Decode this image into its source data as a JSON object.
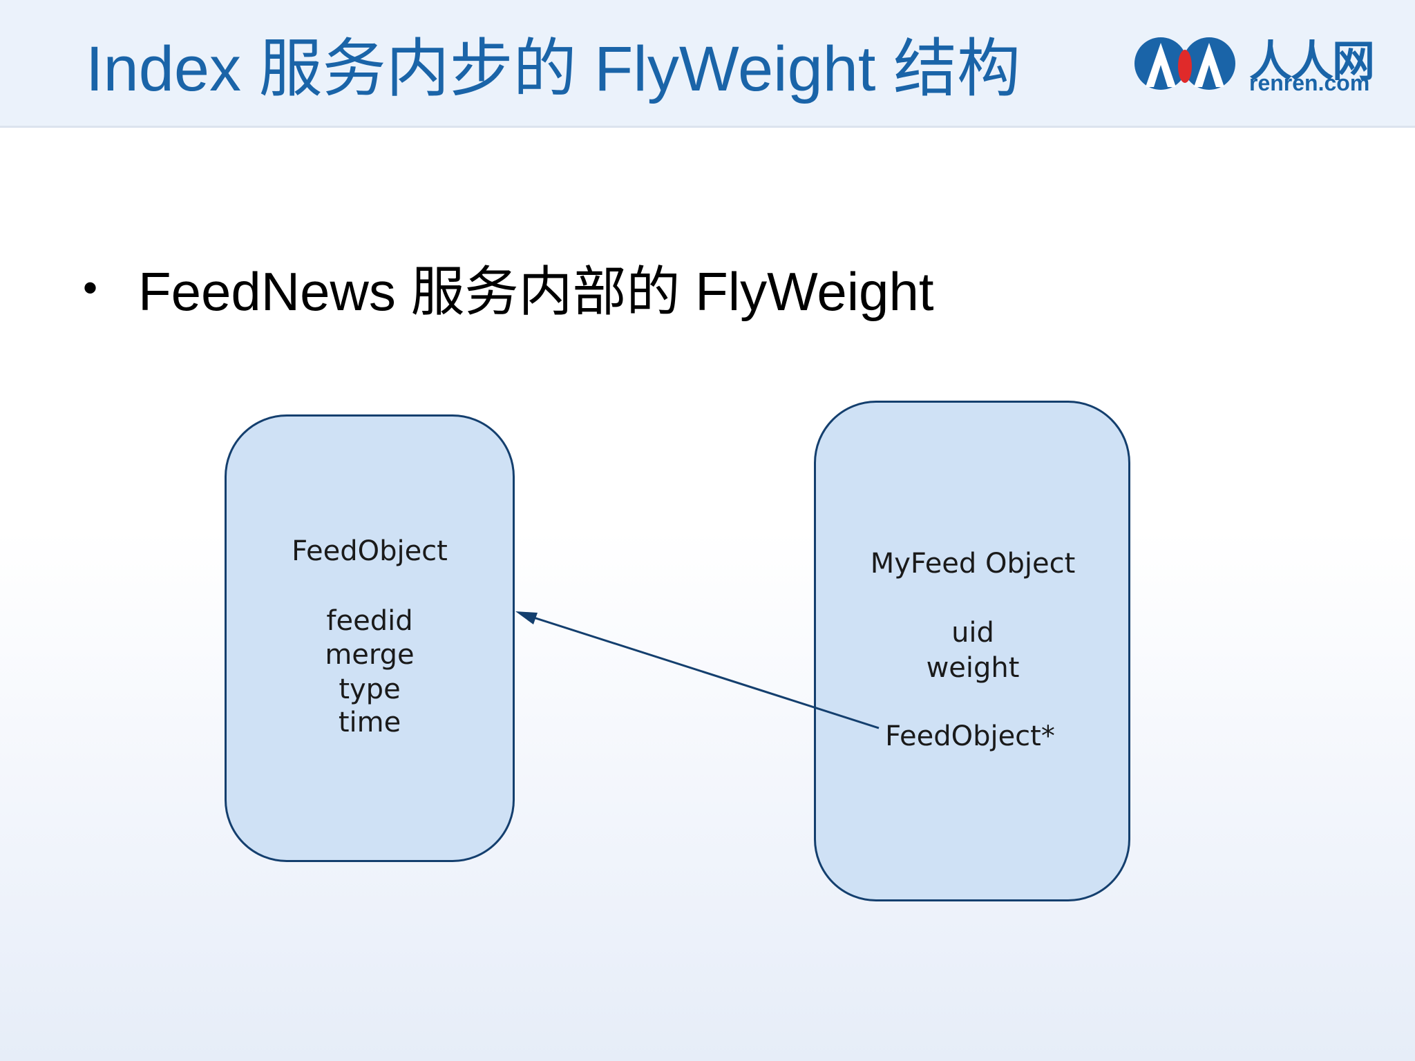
{
  "slide": {
    "title": "Index 服务内步的 FlyWeight 结构",
    "bullet": "FeedNews 服务内部的 FlyWeight"
  },
  "logo": {
    "cn": "人人网",
    "en": "renren.com",
    "colors": {
      "blue": "#1a64a8",
      "red": "#e02a2a"
    }
  },
  "diagram": {
    "feed_object": {
      "name": "FeedObject",
      "fields": [
        "feedid",
        "merge",
        "type",
        "time"
      ]
    },
    "myfeed_object": {
      "name": "MyFeed Object",
      "fields": [
        "uid",
        "weight"
      ],
      "pointer": "FeedObject*"
    }
  },
  "colors": {
    "title": "#1a64a8",
    "box_fill": "#cfe1f5",
    "box_stroke": "#143f6e"
  }
}
